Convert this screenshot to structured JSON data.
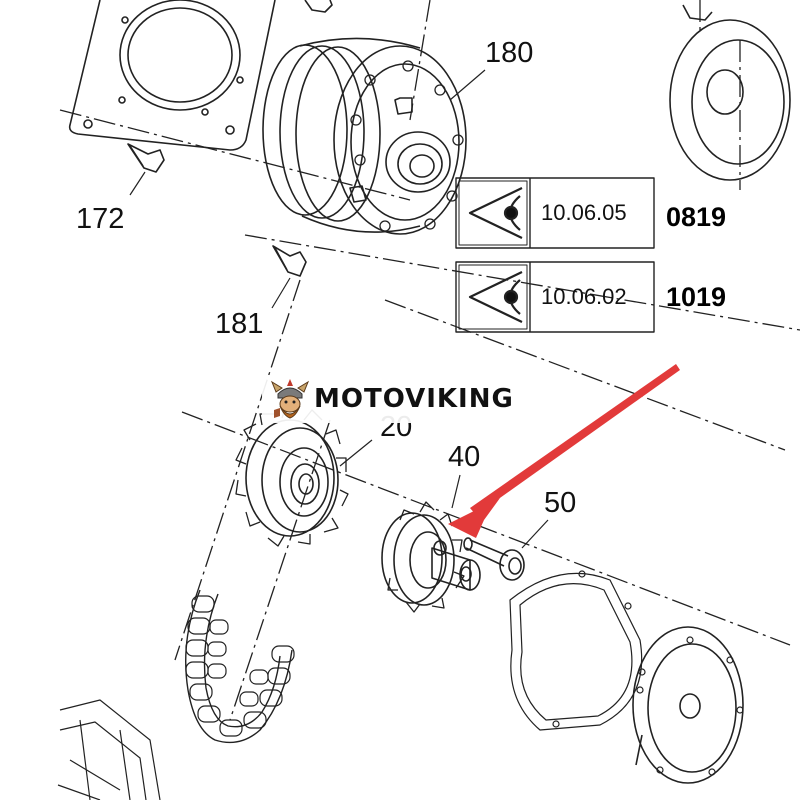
{
  "diagram": {
    "callouts": {
      "c172": "172",
      "c180": "180",
      "c181": "181",
      "c40": "40",
      "c50": "50",
      "c20": "20"
    },
    "references": [
      {
        "code": "10.06.05",
        "number": "0819",
        "icon": "eye-icon"
      },
      {
        "code": "10.06.02",
        "number": "1019",
        "icon": "eye-icon"
      }
    ],
    "watermark": {
      "text": "MOTOVIKING",
      "logo": "viking-logo"
    },
    "colors": {
      "arrow": "#e23a3a",
      "line": "#222222",
      "watermark_text": "#111111"
    }
  }
}
